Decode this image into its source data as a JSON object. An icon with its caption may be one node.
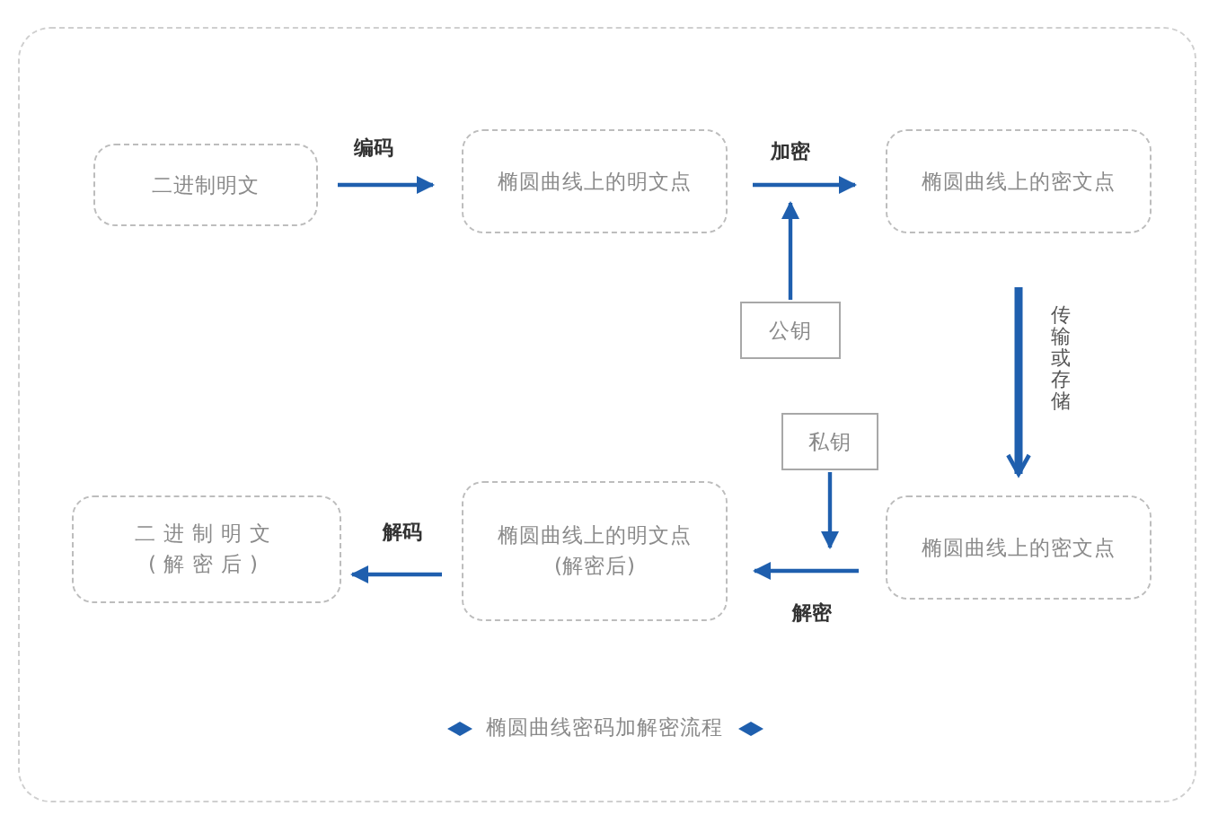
{
  "diagram": {
    "caption": "椭圆曲线密码加解密流程",
    "nodes": [
      {
        "text": [
          "二进制明文"
        ]
      },
      {
        "text": [
          "椭圆曲线上的明文点"
        ]
      },
      {
        "text": [
          "椭圆曲线上的密文点"
        ]
      },
      {
        "text": [
          "公钥"
        ]
      },
      {
        "text": [
          "私钥"
        ]
      },
      {
        "text": [
          "椭圆曲线上的密文点"
        ]
      },
      {
        "text": [
          "椭圆曲线上的明文点",
          "(解密后)"
        ]
      },
      {
        "text": [
          "二进制明文",
          "(解密后)"
        ]
      }
    ],
    "edges": [
      {
        "from": 0,
        "to": 1,
        "arrow": "to",
        "label": "编码"
      },
      {
        "from": 1,
        "to": 2,
        "arrow": "to",
        "label": "加密"
      },
      {
        "from": 3,
        "to": null,
        "arrow": "to"
      },
      {
        "from": 2,
        "to": 5,
        "arrow": "to",
        "label": "传输或存储",
        "style": "thick"
      },
      {
        "from": 4,
        "to": null,
        "arrow": "to"
      },
      {
        "from": 5,
        "to": 6,
        "arrow": "to",
        "label": "解密"
      },
      {
        "from": 6,
        "to": 7,
        "arrow": "to",
        "label": "解码"
      }
    ]
  }
}
